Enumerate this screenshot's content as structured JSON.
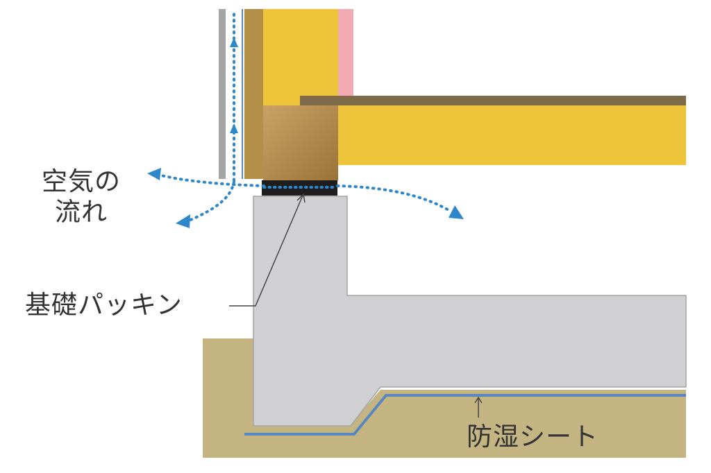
{
  "labels": {
    "air_flow_line1": "空気の",
    "air_flow_line2": "流れ",
    "foundation_packing": "基礎パッキン",
    "moisture_sheet": "防湿シート"
  },
  "colors": {
    "insulation_yellow": "#edc43a",
    "timber_brown": "#b48f47",
    "sill_brown": "#b08a4e",
    "floor_board": "#7d6a48",
    "concrete_gray": "#d0d0d2",
    "soil": "#c3b482",
    "packing_black": "#1e1e1e",
    "air_arrow_blue": "#2e87c8",
    "moisture_sheet_blue": "#5a86c0",
    "siding_gray": "#a5a5a5",
    "interior_pink": "#f3aab2",
    "leader_line": "#444444"
  }
}
